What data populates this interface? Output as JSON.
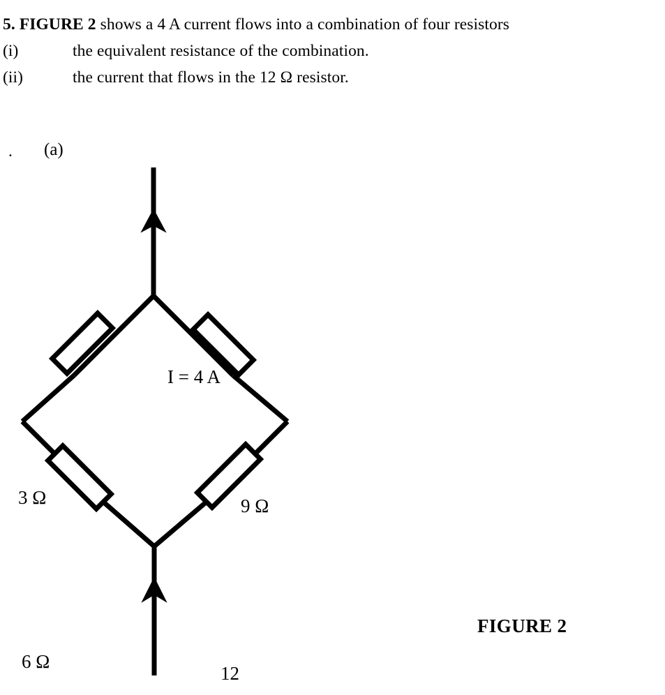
{
  "question": {
    "number": "5.",
    "figure_reference": "FIGURE 2",
    "stem_text": " shows a 4 A current flows into a combination of four resistors",
    "parts": [
      {
        "marker": "(i)",
        "text": "the equivalent resistance of the combination."
      },
      {
        "marker": "(ii)",
        "text": "the current that flows in the 12 Ω resistor."
      }
    ],
    "dot_marker": ".",
    "part_label": "(a)"
  },
  "figure": {
    "caption": "FIGURE 2",
    "current_label": "I = 4 A",
    "resistors": [
      {
        "id": "r1",
        "position": "top-left",
        "label": "3 Ω",
        "value": 3,
        "unit": "Ω"
      },
      {
        "id": "r2",
        "position": "top-right",
        "label": "9 Ω",
        "value": 9,
        "unit": "Ω"
      },
      {
        "id": "r3",
        "position": "bottom-left",
        "label": "6 Ω",
        "value": 6,
        "unit": "Ω"
      },
      {
        "id": "r4",
        "position": "bottom-right",
        "label": "12",
        "value": 12,
        "unit": ""
      }
    ],
    "current_value": "4 A",
    "topology": "bridge-diamond",
    "line_color": "#000000",
    "background_color": "#ffffff",
    "geometry": {
      "top_vertex": [
        220,
        424
      ],
      "left_vertex": [
        32,
        604
      ],
      "right_vertex": [
        412,
        604
      ],
      "bottom_vertex": [
        221,
        783
      ],
      "top_lead_start": [
        220,
        240
      ],
      "bottom_lead_end": [
        221,
        968
      ],
      "stroke_width": 7
    }
  }
}
